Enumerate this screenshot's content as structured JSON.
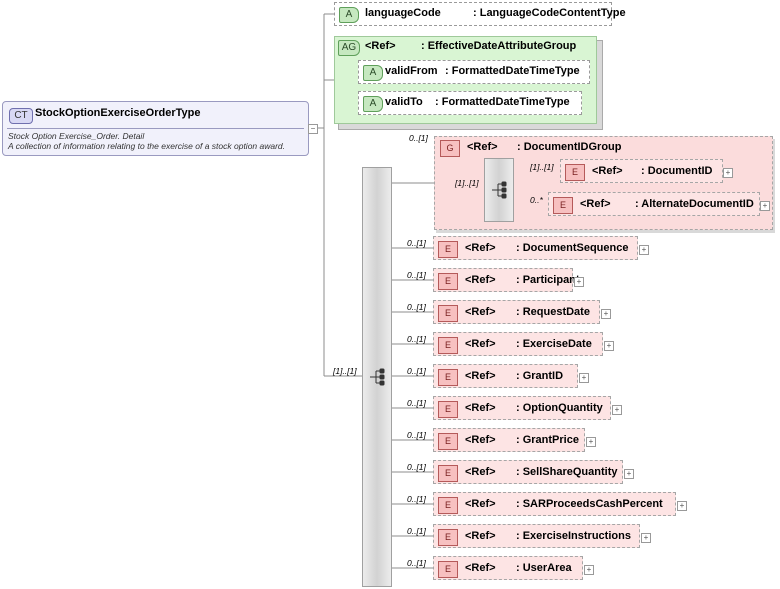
{
  "complex_type": {
    "badge": "CT",
    "name": "StockOptionExerciseOrderType",
    "doc_line1": "Stock Option Exercise_Order. Detail",
    "doc_line2": "A collection of information relating to the exercise of a stock option award.",
    "collapse_symbol": "−"
  },
  "attribute": {
    "badge": "A",
    "name": "languageCode",
    "type": ": LanguageCodeContentType"
  },
  "attribute_group": {
    "badge": "AG",
    "ref": "<Ref>",
    "name": ": EffectiveDateAttributeGroup",
    "attributes": [
      {
        "badge": "A",
        "name": "validFrom",
        "type": ": FormattedDateTimeType"
      },
      {
        "badge": "A",
        "name": "validTo",
        "type": ": FormattedDateTimeType"
      }
    ]
  },
  "outer_sequence": {
    "cardinality": "[1]..[1]"
  },
  "group": {
    "badge": "G",
    "ref": "<Ref>",
    "name": ": DocumentIDGroup",
    "cardinality": "0..[1]",
    "inner_sequence_cardinality": "[1]..[1]",
    "elements": [
      {
        "badge": "E",
        "ref": "<Ref>",
        "name": ": DocumentID",
        "cardinality": "[1]..[1]",
        "expand": "+"
      },
      {
        "badge": "E",
        "ref": "<Ref>",
        "name": ": AlternateDocumentID",
        "cardinality": "0..*",
        "expand": "+"
      }
    ]
  },
  "elements": [
    {
      "badge": "E",
      "ref": "<Ref>",
      "name": ": DocumentSequence",
      "cardinality": "0..[1]",
      "expand": "+"
    },
    {
      "badge": "E",
      "ref": "<Ref>",
      "name": ": Participant",
      "cardinality": "0..[1]",
      "expand": "+"
    },
    {
      "badge": "E",
      "ref": "<Ref>",
      "name": ": RequestDate",
      "cardinality": "0..[1]",
      "expand": "+"
    },
    {
      "badge": "E",
      "ref": "<Ref>",
      "name": ": ExerciseDate",
      "cardinality": "0..[1]",
      "expand": "+"
    },
    {
      "badge": "E",
      "ref": "<Ref>",
      "name": ": GrantID",
      "cardinality": "0..[1]",
      "expand": "+"
    },
    {
      "badge": "E",
      "ref": "<Ref>",
      "name": ": OptionQuantity",
      "cardinality": "0..[1]",
      "expand": "+"
    },
    {
      "badge": "E",
      "ref": "<Ref>",
      "name": ": GrantPrice",
      "cardinality": "0..[1]",
      "expand": "+"
    },
    {
      "badge": "E",
      "ref": "<Ref>",
      "name": ": SellShareQuantity",
      "cardinality": "0..[1]",
      "expand": "+"
    },
    {
      "badge": "E",
      "ref": "<Ref>",
      "name": ": SARProceedsCashPercent",
      "cardinality": "0..[1]",
      "expand": "+"
    },
    {
      "badge": "E",
      "ref": "<Ref>",
      "name": ": ExerciseInstructions",
      "cardinality": "0..[1]",
      "expand": "+"
    },
    {
      "badge": "E",
      "ref": "<Ref>",
      "name": ": UserArea",
      "cardinality": "0..[1]",
      "expand": "+"
    }
  ]
}
